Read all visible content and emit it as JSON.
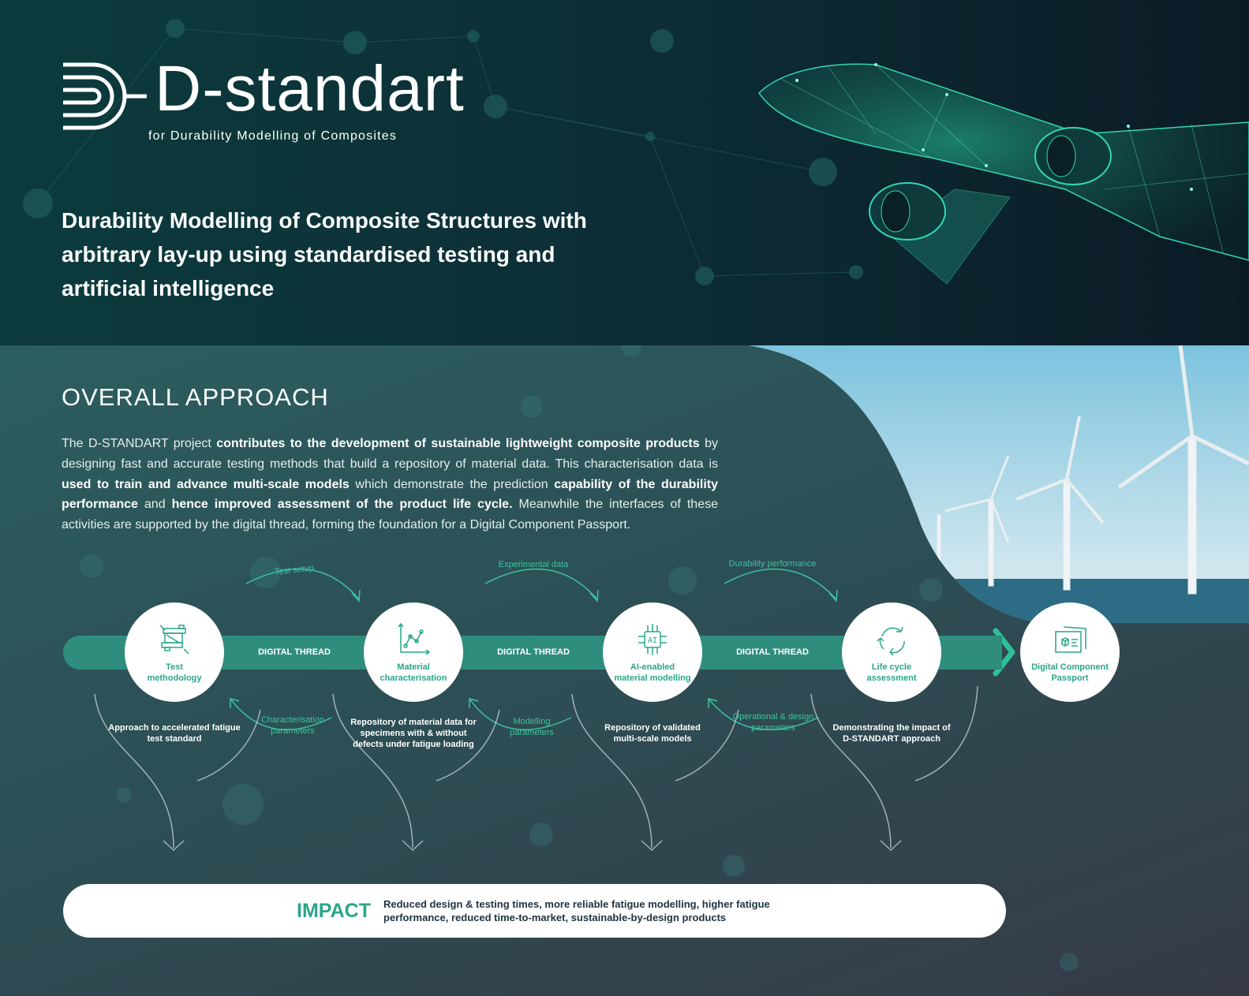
{
  "logo": {
    "wordmark": "D-standart",
    "tagline": "for Durability Modelling of Composites"
  },
  "headline": "Durability Modelling of Composite Structures with arbitrary lay-up using standardised testing and artificial intelligence",
  "section": {
    "title": "OVERALL APPROACH",
    "intro": {
      "p1": "The D-STANDART project ",
      "b1": "contributes to the development of sustainable lightweight composite products",
      "p2": " by designing fast and accurate testing methods that build a repository of material data. This characterisation data is ",
      "b2": "used to train and advance multi-scale models",
      "p3": " which demonstrate the prediction ",
      "b3": "capability of the durability performance",
      "p4": " and ",
      "b4": "hence improved assessment of the product life cycle.",
      "p5": " Meanwhile the interfaces of these activities are supported by the digital thread, forming the foundation for a Digital Component Passport."
    }
  },
  "thread_label": "DIGITAL THREAD",
  "nodes": [
    {
      "label": "Test methodology",
      "icon": "caliper-icon",
      "description": "Approach to accelerated fatigue test standard"
    },
    {
      "label": "Material characterisation",
      "icon": "line-chart-icon",
      "description": "Repository of material data for specimens with & without defects under fatigue loading"
    },
    {
      "label": "AI-enabled material modelling",
      "icon": "ai-chip-icon",
      "description": "Repository of validated multi-scale models"
    },
    {
      "label": "Life cycle assessment",
      "icon": "recycle-icon",
      "description": "Demonstrating the impact of D-STANDART approach"
    },
    {
      "label": "Digital Component Passport",
      "icon": "passport-card-icon"
    }
  ],
  "forward_flows": [
    "Test setup",
    "Experimental data",
    "Durability performance"
  ],
  "backward_flows": [
    "Characterisation parameters",
    "Modelling parameters",
    "Operational & design parameters"
  ],
  "impact": {
    "label": "IMPACT",
    "text": "Reduced design & testing times, more reliable fatigue modelling, higher fatigue performance, reduced time-to-market, sustainable-by-design products"
  },
  "colors": {
    "accent": "#2aa58a",
    "thread": "#2f8d7e",
    "hero_bg": "#0c3b3d"
  }
}
